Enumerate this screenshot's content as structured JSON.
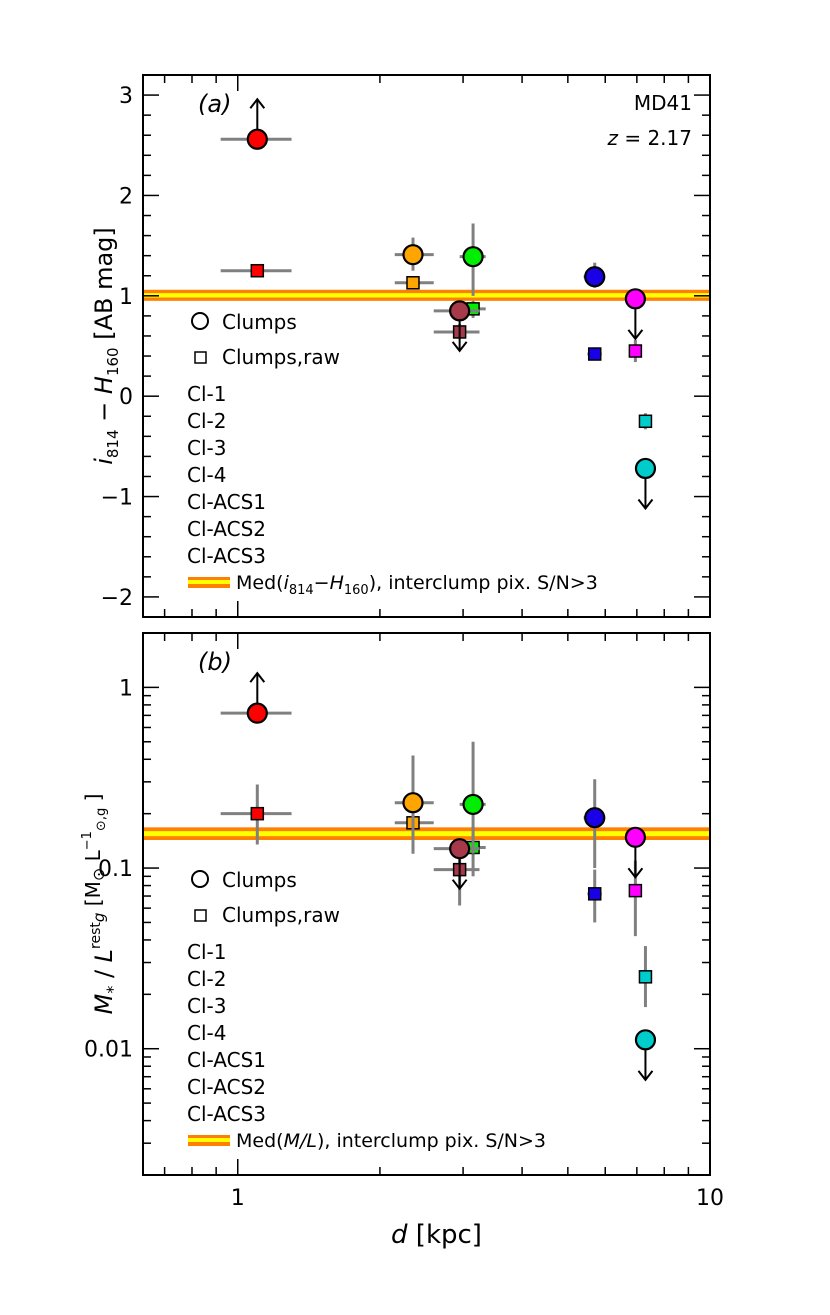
{
  "chart_data": [
    {
      "type": "scatter",
      "panel_label": "(a)",
      "annotation_lines": [
        "MD41",
        "z = 2.17"
      ],
      "ylabel_parts": {
        "i": "i",
        "i_sub": "814",
        "minus": " − ",
        "H": "H",
        "H_sub": "160",
        "unit": "[AB mag]"
      },
      "xscale": "log",
      "xlim": [
        0.63,
        10
      ],
      "ylim": [
        -2.2,
        3.2
      ],
      "y_ticks": [
        -2,
        -1,
        0,
        1,
        2,
        3
      ],
      "y_tick_labels": [
        "−2",
        "−1",
        "0",
        "1",
        "2",
        "3"
      ],
      "median_line": {
        "y": 1.0,
        "y_low": 0.95,
        "y_high": 1.06
      },
      "legend": {
        "circle_label": "Clumps",
        "square_label": "Clumps,raw",
        "clump_names": [
          "Cl-1",
          "Cl-2",
          "Cl-3",
          "Cl-4",
          "Cl-ACS1",
          "Cl-ACS2",
          "Cl-ACS3"
        ],
        "median_label_parts": {
          "pre": "Med(",
          "i": "i",
          "i_sub": "814",
          "dash": "−",
          "H": "H",
          "H_sub": "160",
          "post": "), interclump pix. S/N>3"
        }
      },
      "clumps": [
        {
          "x": 1.1,
          "xerr": [
            0.92,
            1.3
          ],
          "y": 2.56,
          "yerr": null,
          "limit": "lower"
        },
        {
          "x": 2.35,
          "xerr": [
            2.15,
            2.6
          ],
          "y": 1.41,
          "yerr": [
            1.25,
            1.58
          ],
          "limit": null
        },
        {
          "x": 3.15,
          "xerr": [
            2.95,
            3.35
          ],
          "y": 1.39,
          "yerr": [
            1.0,
            1.72
          ],
          "limit": null
        },
        {
          "x": 5.7,
          "xerr": [
            5.4,
            6.0
          ],
          "y": 1.19,
          "yerr": [
            1.08,
            1.33
          ],
          "limit": null
        },
        {
          "x": 6.95,
          "xerr": null,
          "y": 0.97,
          "yerr": null,
          "limit": "upper"
        },
        {
          "x": 2.95,
          "xerr": [
            2.6,
            3.25
          ],
          "y": 0.85,
          "yerr": null,
          "limit": "upper"
        },
        {
          "x": 7.3,
          "xerr": null,
          "y": -0.72,
          "yerr": null,
          "limit": "upper"
        }
      ],
      "raw": [
        {
          "x": 1.1,
          "xerr": [
            0.92,
            1.3
          ],
          "y": 1.25,
          "yerr": null
        },
        {
          "x": 2.35,
          "xerr": [
            2.15,
            2.6
          ],
          "y": 1.13,
          "yerr": null
        },
        {
          "x": 3.15,
          "xerr": [
            2.95,
            3.35
          ],
          "y": 0.87,
          "yerr": [
            0.78,
            0.95
          ]
        },
        {
          "x": 5.7,
          "xerr": [
            5.5,
            5.9
          ],
          "y": 0.42,
          "yerr": null
        },
        {
          "x": 6.95,
          "xerr": null,
          "y": 0.45,
          "yerr": [
            0.34,
            0.56
          ]
        },
        {
          "x": 2.95,
          "xerr": [
            2.6,
            3.25
          ],
          "y": 0.64,
          "yerr": [
            0.57,
            0.72
          ]
        },
        {
          "x": 7.3,
          "xerr": null,
          "y": -0.25,
          "yerr": [
            -0.33,
            -0.17
          ]
        }
      ]
    },
    {
      "type": "scatter",
      "panel_label": "(b)",
      "ylabel_parts": {
        "M": "M",
        "M_sub": "*",
        "slash": " / ",
        "L": "L",
        "L_sub": "g",
        "L_sup": "rest",
        "unit_open": "[M",
        "unit_odot": "⊙",
        "unit_L": " L",
        "unit_sup": "−1",
        "unit_sub": "⊙,g",
        "unit_close": " ]"
      },
      "xlabel_parts": {
        "d": "d",
        "unit": "[kpc]"
      },
      "xscale": "log",
      "yscale": "log",
      "xlim": [
        0.63,
        10
      ],
      "ylim": [
        0.002,
        2
      ],
      "x_ticks": [
        1,
        10
      ],
      "x_tick_labels": [
        "1",
        "10"
      ],
      "y_ticks": [
        0.01,
        0.1,
        1
      ],
      "y_tick_labels": [
        "0.01",
        "0.1",
        "1"
      ],
      "median_line": {
        "y": 0.155,
        "y_low": 0.143,
        "y_high": 0.168
      },
      "legend": {
        "circle_label": "Clumps",
        "square_label": "Clumps,raw",
        "clump_names": [
          "Cl-1",
          "Cl-2",
          "Cl-3",
          "Cl-4",
          "Cl-ACS1",
          "Cl-ACS2",
          "Cl-ACS3"
        ],
        "median_label_parts": {
          "pre": "Med(",
          "ML": "M/L",
          "post": "), interclump pix. S/N>3"
        }
      },
      "clumps": [
        {
          "x": 1.1,
          "xerr": [
            0.92,
            1.3
          ],
          "y": 0.72,
          "yerr": null,
          "limit": "lower"
        },
        {
          "x": 2.35,
          "xerr": [
            2.15,
            2.6
          ],
          "y": 0.23,
          "yerr": [
            0.15,
            0.42
          ],
          "limit": null
        },
        {
          "x": 3.15,
          "xerr": [
            2.95,
            3.35
          ],
          "y": 0.225,
          "yerr": [
            0.12,
            0.5
          ],
          "limit": null
        },
        {
          "x": 5.7,
          "xerr": [
            5.4,
            6.0
          ],
          "y": 0.19,
          "yerr": [
            0.1,
            0.31
          ],
          "limit": null
        },
        {
          "x": 6.95,
          "xerr": null,
          "y": 0.148,
          "yerr": null,
          "limit": "upper"
        },
        {
          "x": 2.95,
          "xerr": [
            2.6,
            3.25
          ],
          "y": 0.128,
          "yerr": null,
          "limit": "upper"
        },
        {
          "x": 7.3,
          "xerr": null,
          "y": 0.0112,
          "yerr": null,
          "limit": "upper"
        }
      ],
      "raw": [
        {
          "x": 1.1,
          "xerr": [
            0.92,
            1.3
          ],
          "y": 0.2,
          "yerr": [
            0.135,
            0.29
          ]
        },
        {
          "x": 2.35,
          "xerr": [
            2.15,
            2.6
          ],
          "y": 0.178,
          "yerr": [
            0.12,
            0.26
          ]
        },
        {
          "x": 3.15,
          "xerr": [
            2.95,
            3.35
          ],
          "y": 0.13,
          "yerr": [
            0.09,
            0.17
          ]
        },
        {
          "x": 5.7,
          "xerr": [
            5.5,
            5.9
          ],
          "y": 0.072,
          "yerr": [
            0.05,
            0.098
          ]
        },
        {
          "x": 6.95,
          "xerr": null,
          "y": 0.075,
          "yerr": [
            0.042,
            0.11
          ]
        },
        {
          "x": 2.95,
          "xerr": [
            2.6,
            3.25
          ],
          "y": 0.098,
          "yerr": [
            0.062,
            0.14
          ]
        },
        {
          "x": 7.3,
          "xerr": null,
          "y": 0.025,
          "yerr": [
            0.017,
            0.037
          ]
        }
      ]
    }
  ],
  "colors": {
    "Cl-1": "#ff0000",
    "Cl-2": "#ffa500",
    "Cl-3": "#00ee00",
    "Cl-4": "#1a00e6",
    "Cl-ACS1": "#ff00ff",
    "Cl-ACS2": "#a63a4a",
    "Cl-ACS3": "#00cccc",
    "median_outer": "#ff7f00",
    "median_inner": "#ffff00",
    "errorbar": "#808080"
  }
}
